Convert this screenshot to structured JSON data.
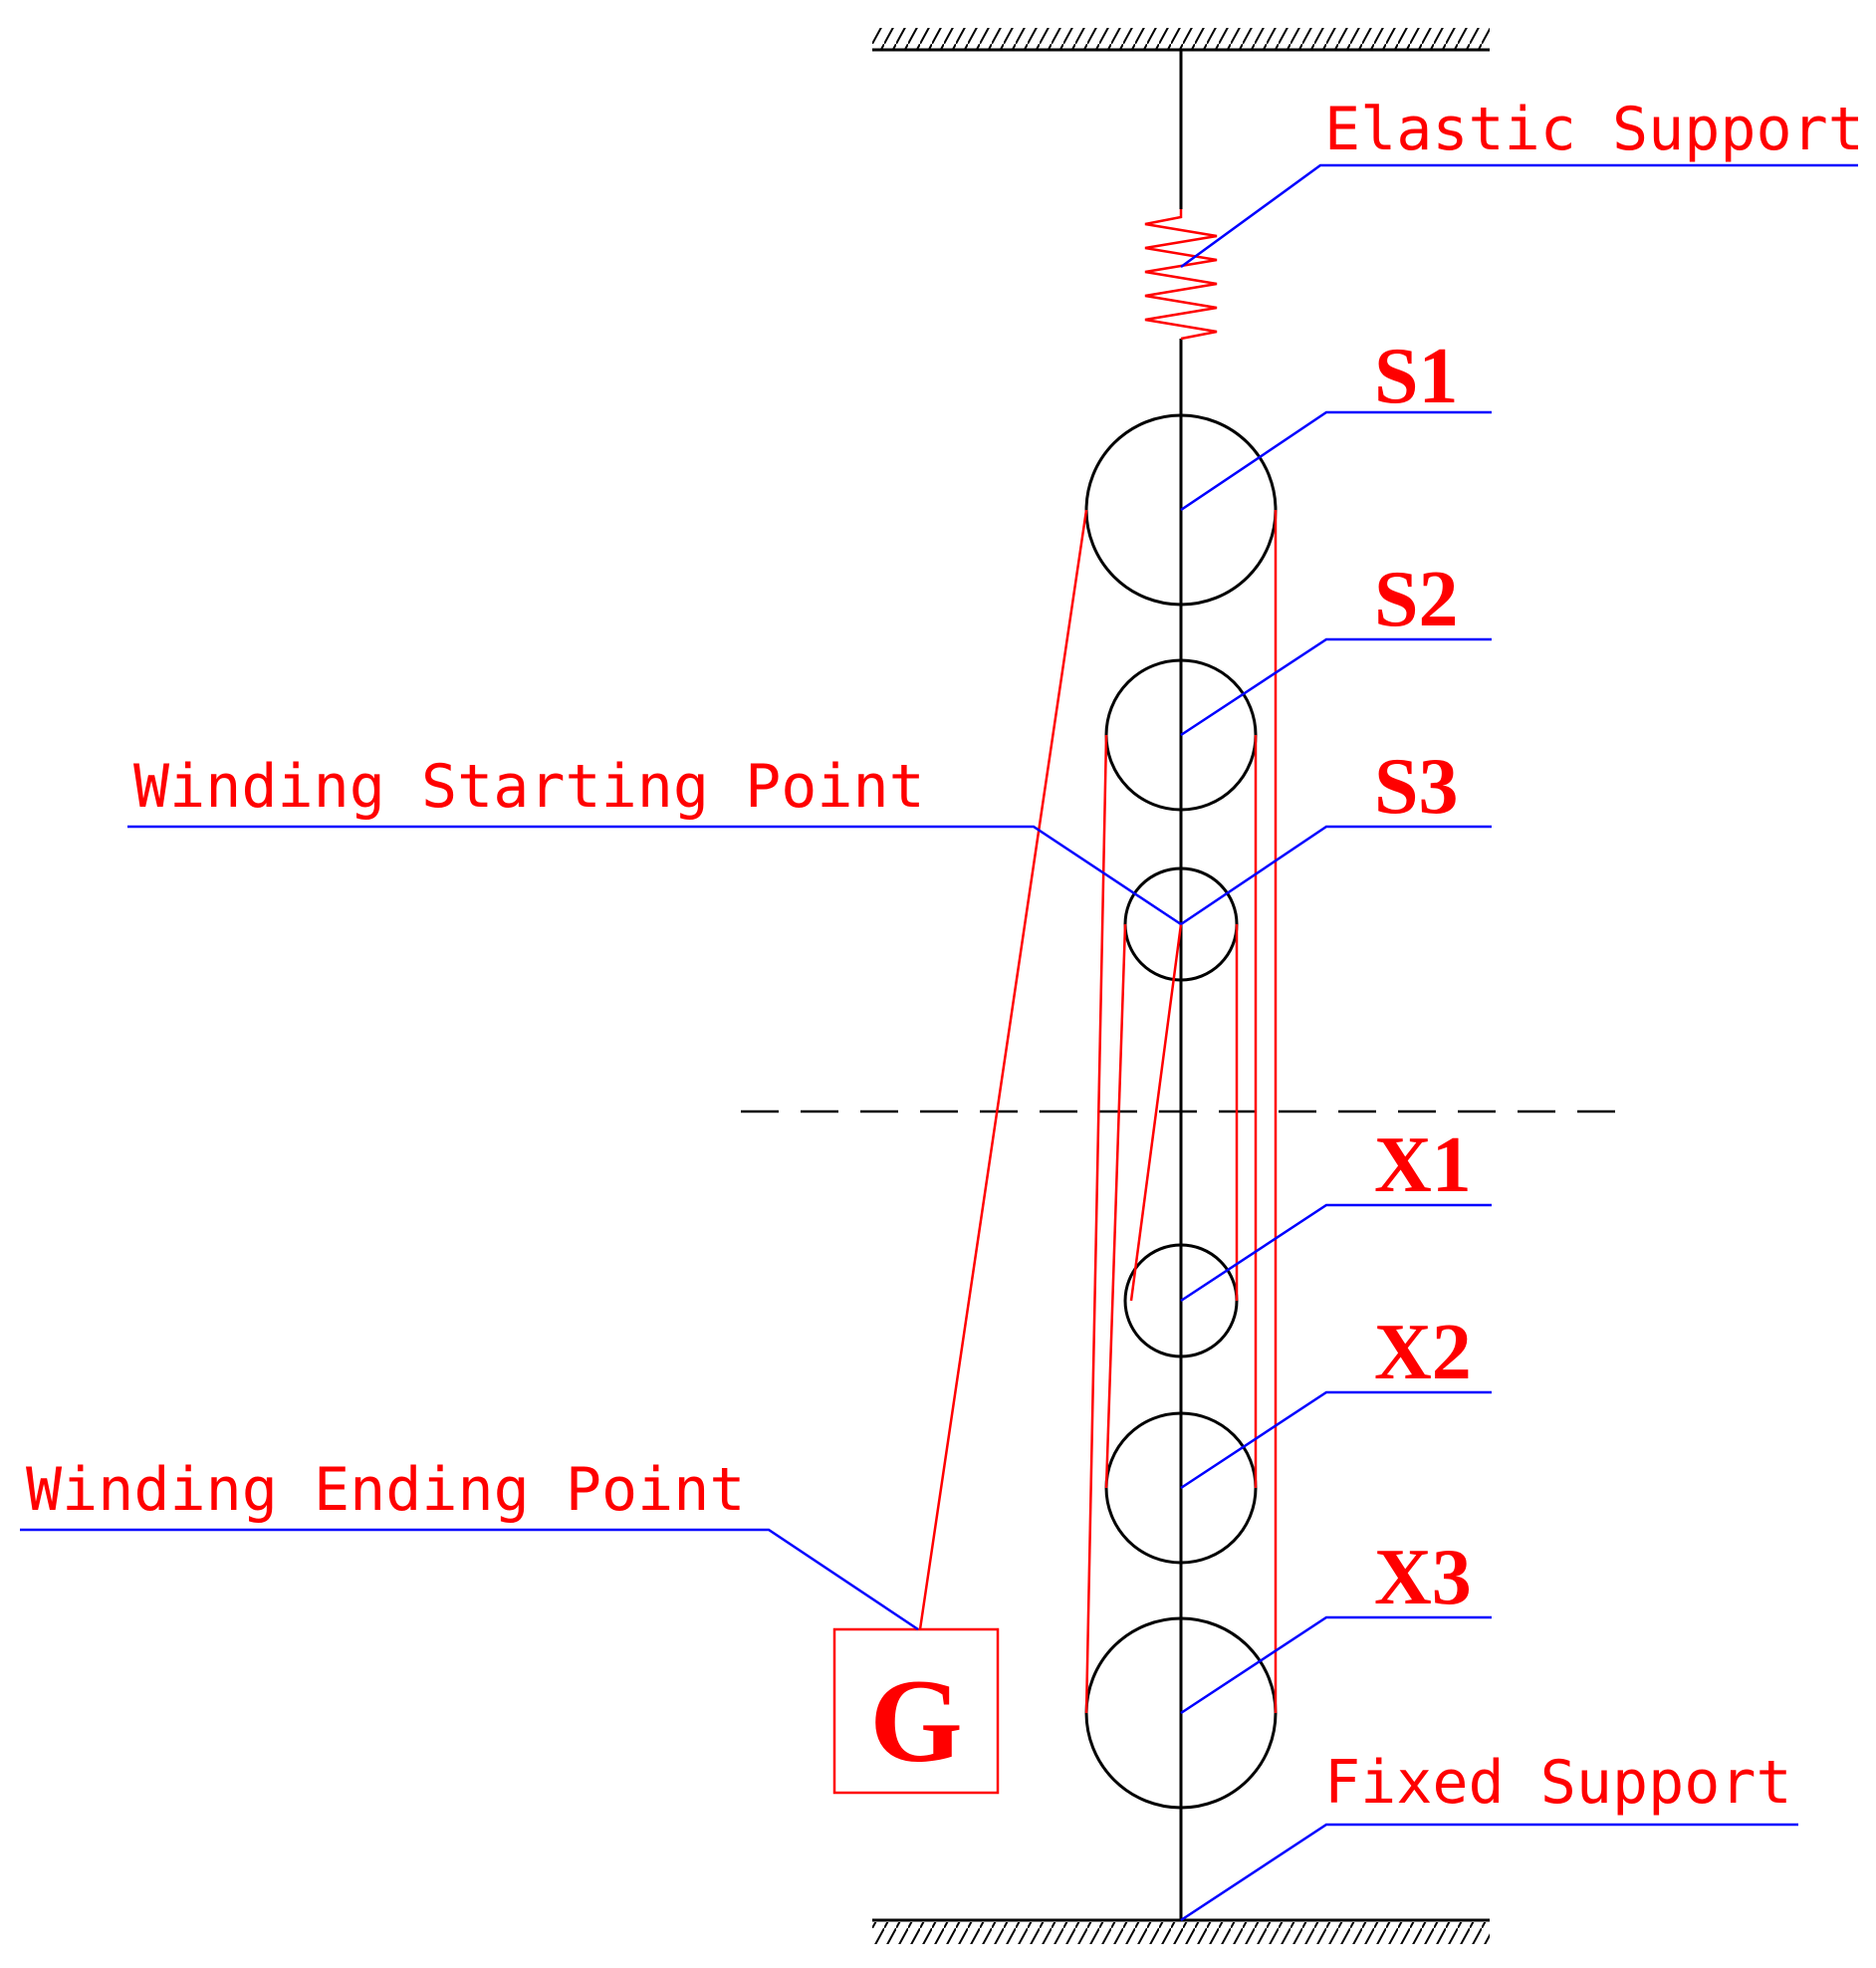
{
  "labels": {
    "elastic_support": "Elastic Support",
    "fixed_support": "Fixed Support",
    "winding_start": "Winding Starting Point",
    "winding_end": "Winding Ending Point",
    "weight": "G"
  },
  "pulleys": {
    "s1": "S1",
    "s2": "S2",
    "s3": "S3",
    "x1": "X1",
    "x2": "X2",
    "x3": "X3"
  },
  "colors": {
    "structure": "#000000",
    "rope": "#ff0000",
    "leader": "#0000ff",
    "label": "#ff0000"
  }
}
